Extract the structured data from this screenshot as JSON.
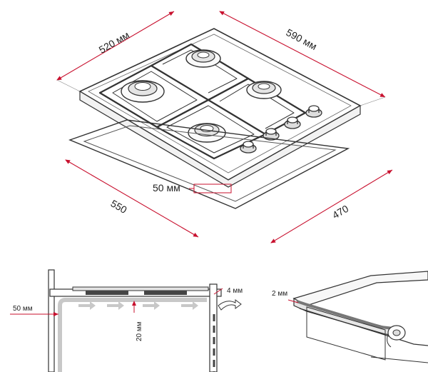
{
  "top_view": {
    "width_label": "520 мм",
    "depth_label": "590 мм",
    "cutout_width_label": "550",
    "cutout_depth_label": "470",
    "offset_label": "50 мм"
  },
  "side_view": {
    "front_gap_label": "50 мм",
    "height_label": "20 мм",
    "rear_gap_label": "4 мм"
  },
  "detail_view": {
    "seal_label": "2 мм"
  },
  "colors": {
    "dimension": "#c8102e",
    "line": "#333333",
    "airflow": "#bbbbbb"
  }
}
